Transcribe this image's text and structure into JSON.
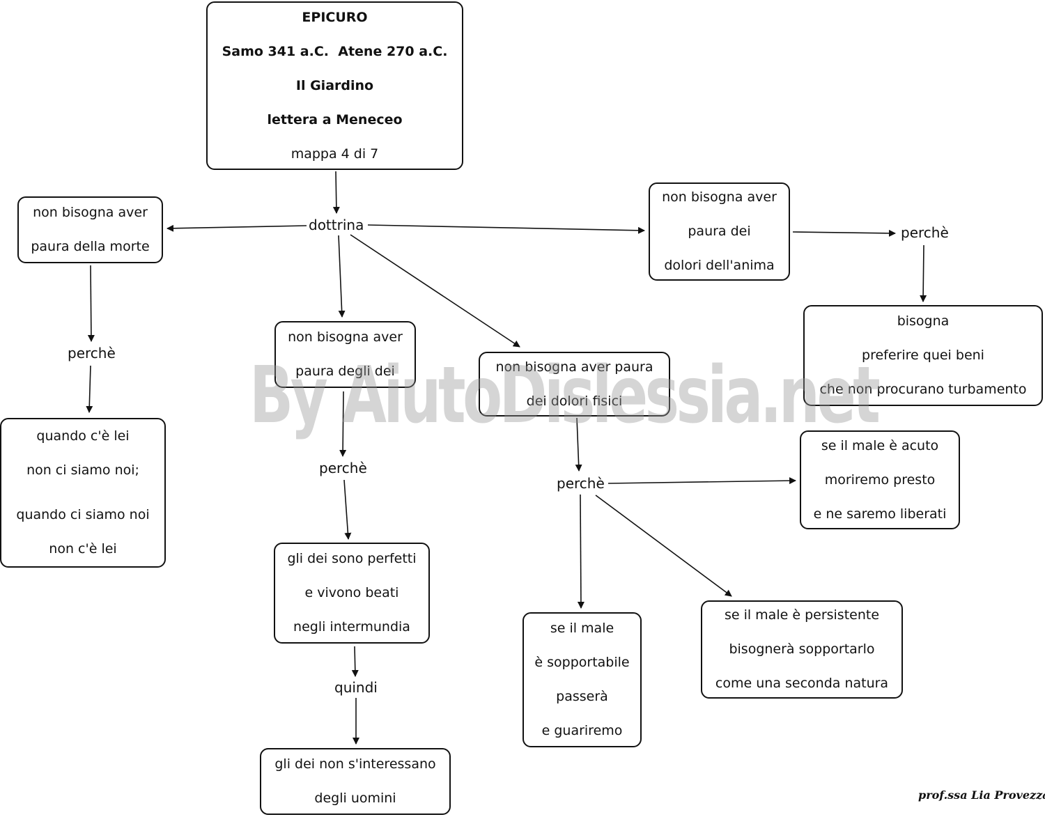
{
  "watermark": "By AiutoDislessia.net",
  "signature": "prof.ssa Lia Provezza",
  "nodes": {
    "title": {
      "l1": "EPICURO",
      "l2": "Samo 341 a.C.  Atene 270 a.C.",
      "l3": "Il Giardino",
      "l4": "lettera a Meneceo",
      "l5": "mappa 4 di 7"
    },
    "morte": {
      "l1": "non bisogna aver",
      "l2": "paura della morte"
    },
    "lei": {
      "l1": "quando c'è lei",
      "l2": "non ci siamo noi;",
      "l3": "quando ci siamo noi",
      "l4": "non c'è lei"
    },
    "dei": {
      "l1": "non bisogna aver",
      "l2": "paura degli dei"
    },
    "perfetti": {
      "l1": "gli dei sono perfetti",
      "l2": "e vivono beati",
      "l3": "negli intermundia"
    },
    "uomini": {
      "l1": "gli dei non s'interessano",
      "l2": "degli uomini"
    },
    "fisici": {
      "l1": "non bisogna aver paura",
      "l2": "dei dolori fisici"
    },
    "sopportabile": {
      "l1": "se il male",
      "l2": "è sopportabile",
      "l3": "passerà",
      "l4": "e guariremo"
    },
    "persistente": {
      "l1": "se il male è persistente",
      "l2": "bisognerà sopportarlo",
      "l3": "come una seconda natura"
    },
    "acuto": {
      "l1": "se il male è acuto",
      "l2": "moriremo presto",
      "l3": "e ne saremo liberati"
    },
    "anima": {
      "l1": "non bisogna aver",
      "l2": "paura dei",
      "l3": "dolori dell'anima"
    },
    "beni": {
      "l1": "bisogna",
      "l2": "preferire quei beni",
      "l3": "che non procurano turbamento"
    }
  },
  "links": {
    "dottrina": "dottrina",
    "perche_morte": "perchè",
    "perche_dei": "perchè",
    "quindi": "quindi",
    "perche_fisici": "perchè",
    "perche_anima": "perchè"
  }
}
